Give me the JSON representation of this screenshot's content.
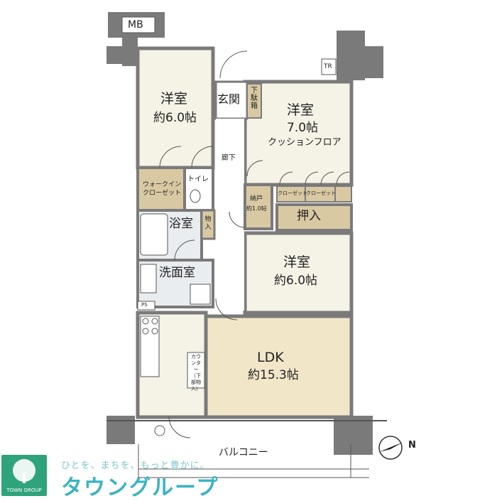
{
  "rooms": {
    "western_nw": {
      "name": "洋室",
      "size": "約6.0帖"
    },
    "western_ne": {
      "name": "洋室",
      "size": "7.0帖",
      "note": "クッションフロア"
    },
    "western_e": {
      "name": "洋室",
      "size": "約6.0帖"
    },
    "ldk": {
      "name": "LDK",
      "size": "約15.3帖"
    },
    "entrance": "玄関",
    "shoe_box": "下駄箱",
    "corridor": "廊下",
    "wic": "ウォークイン\nクローゼット",
    "toilet": "トイレ",
    "bath": "浴室",
    "storage": "物入",
    "washroom": "洗面室",
    "closet_storage": {
      "name": "納戸",
      "size": "約1.0帖"
    },
    "oshiire": "押入",
    "closet_1": "クローゼット",
    "closet_2": "クローゼット",
    "counter": "カウンター\n（下部物入）",
    "balcony": "バルコニー"
  },
  "tags": {
    "mb": "MB",
    "tr": "TR",
    "ps": "PS"
  },
  "compass": {
    "label": "N"
  },
  "logo": {
    "tagline": "ひとを、まちを、もっと豊かに。",
    "brand": "タウングループ",
    "badge": "TOWN GROUP"
  },
  "colors": {
    "wall": "#7a7a7a",
    "room_floor": "#f5f2e6",
    "ldk_floor": "#f2e6c9",
    "storage_floor": "#d9c9a3",
    "wet_floor": "#e9edf0",
    "brand": "#39b3c0",
    "badge": "#2fa37c"
  }
}
